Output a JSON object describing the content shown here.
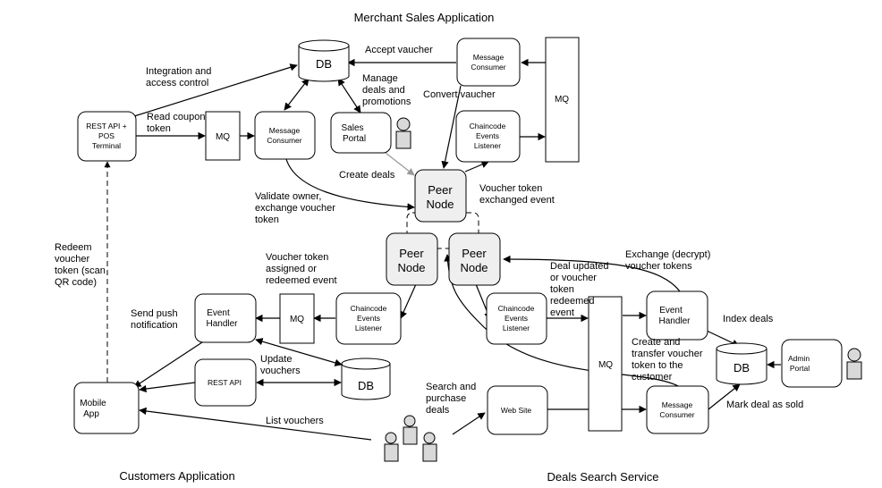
{
  "sections": {
    "merchant": "Merchant Sales Application",
    "customers": "Customers Application",
    "deals_search": "Deals Search Service"
  },
  "boxes": {
    "db_top": "DB",
    "mq_right": "MQ",
    "msg_consumer_top": [
      "Message",
      "Consumer"
    ],
    "chaincode_top": [
      "Chaincode",
      "Events",
      "Listener"
    ],
    "rest_pos": [
      "REST API +",
      "POS",
      "Terminal"
    ],
    "mq_left": "MQ",
    "msg_consumer_mid": [
      "Message",
      "Consumer"
    ],
    "sales_portal": [
      "Sales",
      "Portal"
    ],
    "peer_top": [
      "Peer",
      "Node"
    ],
    "peer_left": [
      "Peer",
      "Node"
    ],
    "peer_right": [
      "Peer",
      "Node"
    ],
    "chaincode_mid": [
      "Chaincode",
      "Events",
      "Listener"
    ],
    "mq_cust": "MQ",
    "event_handler_cust": [
      "Event",
      "Handler"
    ],
    "rest_api_cust": "REST API",
    "db_cust": "DB",
    "mobile_app": [
      "Mobile",
      "App"
    ],
    "chaincode_deals": [
      "Chaincode",
      "Events",
      "Listener"
    ],
    "mq_deals": "MQ",
    "event_handler_deals": [
      "Event",
      "Handler"
    ],
    "db_deals": "DB",
    "admin_portal": [
      "Admin",
      "Portal"
    ],
    "web_site": "Web Site",
    "msg_consumer_deals": [
      "Message",
      "Consumer"
    ]
  },
  "labels": {
    "accept_voucher": "Accept vaucher",
    "convert_voucher": "Convert vaucher",
    "integration": [
      "Integration and",
      "access control"
    ],
    "manage_deals": [
      "Manage",
      "deals and",
      "promotions"
    ],
    "read_coupon": [
      "Read coupon",
      "token"
    ],
    "create_deals": "Create deals",
    "validate_owner": [
      "Validate owner,",
      "exchange voucher",
      "token"
    ],
    "voucher_exchanged": [
      "Voucher token",
      "exchanged event"
    ],
    "voucher_assigned": [
      "Voucher token",
      "assigned or",
      "redeemed event"
    ],
    "redeem": [
      "Redeem",
      "voucher",
      "token (scan",
      "QR code)"
    ],
    "send_push": [
      "Send push",
      "notification"
    ],
    "update_vouchers": [
      "Update",
      "vouchers"
    ],
    "list_vouchers": "List vouchers",
    "search_purchase": [
      "Search and",
      "purchase",
      "deals"
    ],
    "deal_updated": [
      "Deal updated",
      "or voucher",
      "token",
      "redeemed",
      "event"
    ],
    "exchange_decrypt": [
      "Exchange (decrypt)",
      "voucher tokens"
    ],
    "index_deals": "Index deals",
    "create_transfer": [
      "Create and",
      "transfer voucher",
      "token to the",
      "customer"
    ],
    "mark_sold": "Mark deal as sold"
  },
  "colors": {
    "peer_fill": "#efefef",
    "person_fill": "#d9d9d9"
  }
}
